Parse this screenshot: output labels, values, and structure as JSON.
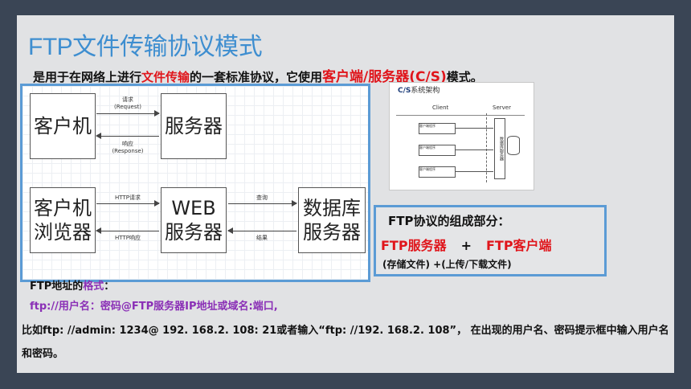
{
  "title": "FTP文件传输协议模式",
  "intro": {
    "before": "是用于在网络上进行",
    "highlight1": "文件传输",
    "middle": "的一套标准协议，它使用",
    "highlight2": "客户端/服务器(C/S)",
    "after": "模式。"
  },
  "diagram": {
    "client": "客户机",
    "server": "服务器",
    "request": "请求",
    "request_en": "(Request)",
    "response": "响应",
    "response_en": "(Response)",
    "browser_line1": "客户机",
    "browser_line2": "浏览器",
    "web_line1": "WEB",
    "web_line2": "服务器",
    "db_line1": "数据库",
    "db_line2": "服务器",
    "http_request": "HTTP请求",
    "http_response": "HTTP响应",
    "query": "查询",
    "result": "结果"
  },
  "cs_figure": {
    "title_bold": "C/S",
    "title_rest": "系统架构",
    "client": "Client",
    "server": "Server",
    "program": "客户端程序",
    "server_box": "数据库服务器"
  },
  "composition": {
    "heading": "FTP协议的组成部分：",
    "server": "FTP服务器",
    "plus": "+",
    "client": "FTP客户端",
    "note": "(存储文件) +(上传/下载文件)"
  },
  "format": {
    "label": "FTP地址的",
    "label_highlight": "格式",
    "label_end": "：",
    "line": "ftp://用户名：密码@FTP服务器IP地址或域名:端口,"
  },
  "example": "比如ftp: //admin: 1234@ 192. 168.2. 108: 21或者输入“ftp: //192. 168.2. 108”， 在出现的用户名、密码提示框中输入用户名和密码。"
}
